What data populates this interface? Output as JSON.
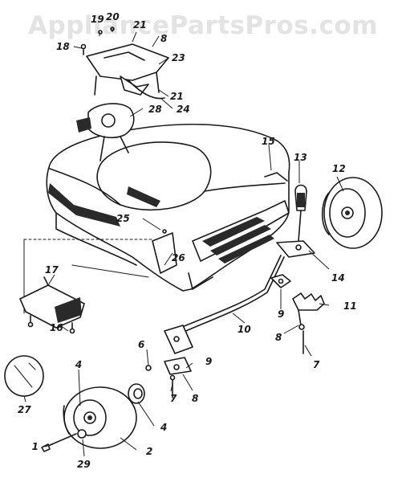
{
  "watermark": "AppliancePartsPros.com",
  "callouts": [
    {
      "key": "p1",
      "label": "1"
    },
    {
      "key": "p2",
      "label": "2"
    },
    {
      "key": "p4a",
      "label": "4"
    },
    {
      "key": "p4b",
      "label": "4"
    },
    {
      "key": "p6",
      "label": "6"
    },
    {
      "key": "p7a",
      "label": "7"
    },
    {
      "key": "p7b",
      "label": "7"
    },
    {
      "key": "p8a",
      "label": "8"
    },
    {
      "key": "p8b",
      "label": "8"
    },
    {
      "key": "p8c",
      "label": "8"
    },
    {
      "key": "p9a",
      "label": "9"
    },
    {
      "key": "p9b",
      "label": "9"
    },
    {
      "key": "p10",
      "label": "10"
    },
    {
      "key": "p11",
      "label": "11"
    },
    {
      "key": "p12",
      "label": "12"
    },
    {
      "key": "p13",
      "label": "13"
    },
    {
      "key": "p14",
      "label": "14"
    },
    {
      "key": "p15",
      "label": "15"
    },
    {
      "key": "p16",
      "label": "16"
    },
    {
      "key": "p17",
      "label": "17"
    },
    {
      "key": "p18",
      "label": "18"
    },
    {
      "key": "p19",
      "label": "19"
    },
    {
      "key": "p20",
      "label": "20"
    },
    {
      "key": "p21a",
      "label": "21"
    },
    {
      "key": "p21b",
      "label": "21"
    },
    {
      "key": "p23",
      "label": "23"
    },
    {
      "key": "p24",
      "label": "24"
    },
    {
      "key": "p25",
      "label": "25"
    },
    {
      "key": "p26",
      "label": "26"
    },
    {
      "key": "p27",
      "label": "27"
    },
    {
      "key": "p28",
      "label": "28"
    },
    {
      "key": "p29",
      "label": "29"
    }
  ]
}
